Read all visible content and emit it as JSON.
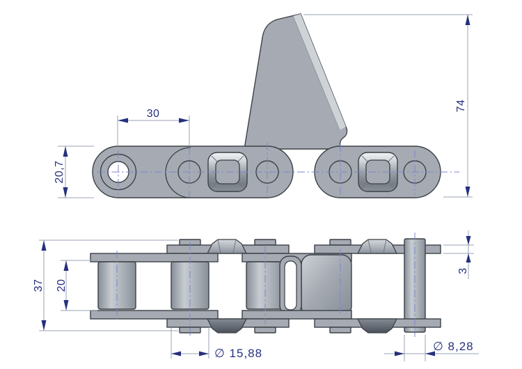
{
  "side_view": {
    "dims": {
      "pitch": "30",
      "plate_height": "20,7",
      "attachment_height": "74"
    }
  },
  "plan_view": {
    "dims": {
      "overall_pin_width": "37",
      "inner_width": "20",
      "plate_thickness": "3",
      "roller_diameter": "∅ 15,88",
      "pin_diameter": "∅ 8,28"
    }
  },
  "colors": {
    "background": "#ffffff",
    "part-fill": "#a6abb3",
    "part-stroke": "#3b4046",
    "part-highlight": "#ced3d8",
    "dark-facet": "#565c64",
    "dim-accent": "#26307d",
    "dim-line": "#98a1b6",
    "center-line": "#7b86c8"
  }
}
